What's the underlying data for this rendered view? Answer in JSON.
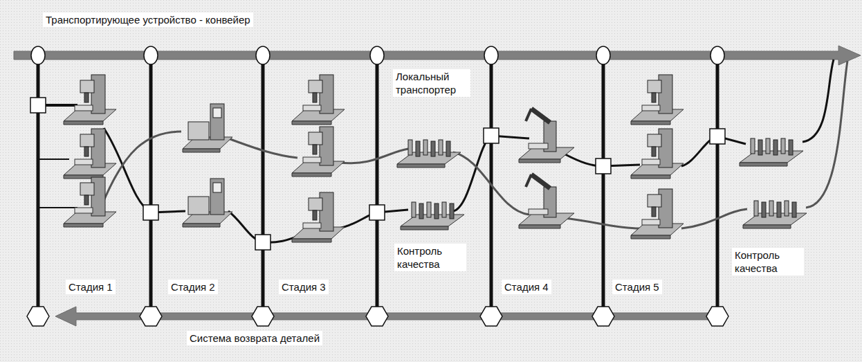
{
  "diagram": {
    "labels": [
      "Транспортирующее устройство - конвейер",
      "Локальный транспортер",
      "Стадия 1",
      "Стадия 2",
      "Стадия 3",
      "Контроль качества",
      "Стадия 4",
      "Стадия 5",
      "Контроль качества",
      "Система возврата деталей"
    ]
  }
}
